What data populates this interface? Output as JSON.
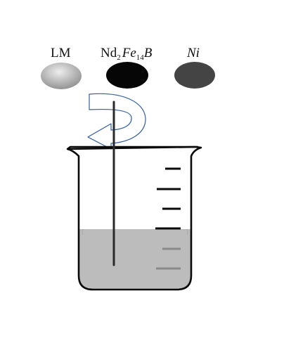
{
  "labels": {
    "lm": "LM",
    "compound_prefix": "Nd",
    "compound_sub1": "2",
    "compound_mid": "Fe",
    "compound_sub2": "14",
    "compound_suffix": "B",
    "ni": "Ni"
  },
  "colors": {
    "lm_gradient_light": "#eeeeee",
    "lm_gradient_dark": "#8c8c8c",
    "nd2fe14b": "#060606",
    "ni": "#444444",
    "arrow_outline": "#2f5f9f",
    "arrow_fill": "#ffffff",
    "beaker_outline": "#0a0a0a",
    "liquid": "#bcbcbc",
    "stir_rod": "#2a2a2a",
    "graduation_above_liquid": "#0a0a0a",
    "graduation_in_liquid": "#8a8a8a"
  },
  "icons": {
    "stir_arrow": "curved-rotation-arrow",
    "beaker": "beaker-with-graduations",
    "rod": "stirring-rod"
  }
}
